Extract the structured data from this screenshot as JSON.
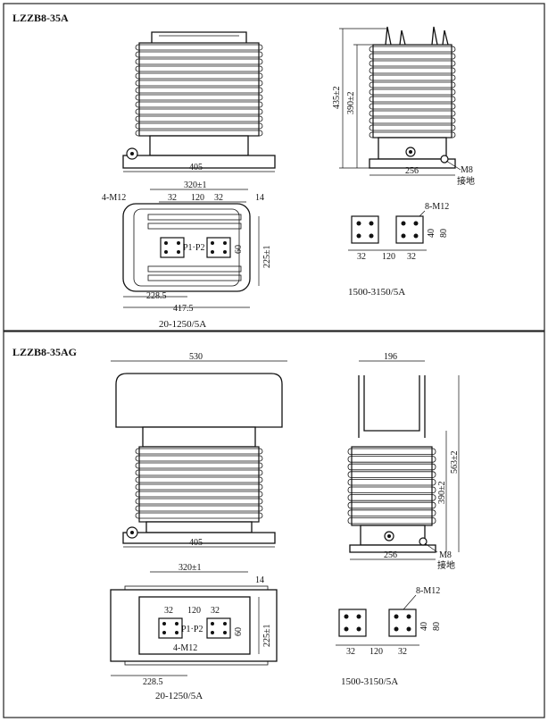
{
  "panel_a": {
    "title": "LZZB8-35A",
    "front": {
      "width_label": "405"
    },
    "side": {
      "h1_label": "435±2",
      "h2_label": "390±2",
      "base_label": "256",
      "ground_bolt": "M8",
      "ground_text": "接地"
    },
    "plan": {
      "top_label": "320±1",
      "d32a": "32",
      "d120": "120",
      "d32b": "32",
      "d14": "14",
      "bolt_label": "4-M12",
      "p_label": "P1·P2",
      "d60": "60",
      "d225": "225±1",
      "d228": "228.5",
      "d417": "417.5",
      "caption": "20-1250/5A"
    },
    "term": {
      "bolt_label": "8-M12",
      "d40": "40",
      "d80": "80",
      "d32a": "32",
      "d120": "120",
      "d32b": "32",
      "caption": "1500-3150/5A"
    }
  },
  "panel_b": {
    "title": "LZZB8-35AG",
    "front": {
      "top_label": "530",
      "width_label": "405"
    },
    "side": {
      "top_label": "196",
      "h1_label": "563±2",
      "h2_label": "390±2",
      "base_label": "256",
      "ground_bolt": "M8",
      "ground_text": "接地"
    },
    "plan": {
      "top_label": "320±1",
      "d14": "14",
      "d32a": "32",
      "d120": "120",
      "d32b": "32",
      "p_label": "P1·P2",
      "d60": "60",
      "bolt_label": "4-M12",
      "d225": "225±1",
      "d228": "228.5",
      "caption": "20-1250/5A"
    },
    "term": {
      "bolt_label": "8-M12",
      "d40": "40",
      "d80": "80",
      "d32a": "32",
      "d120": "120",
      "d32b": "32",
      "caption": "1500-3150/5A"
    }
  }
}
